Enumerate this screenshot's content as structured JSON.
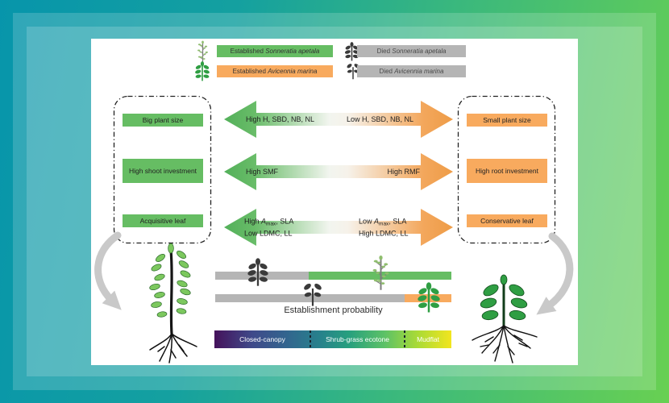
{
  "colors": {
    "established_sonneratia": "#66bd63",
    "established_avicennia": "#f8aa5e",
    "died": "#b5b5b5",
    "bar_gray": "#b5b5b5",
    "arrow_green": "#53b05a",
    "arrow_orange": "#ee9c47",
    "zone_closed_canopy": "#45125b",
    "zone_ecotone": "#27a07e",
    "zone_mudflat": "#f2e51f"
  },
  "legend": {
    "items": [
      {
        "prefix": "Established ",
        "species": "Sonneratia apetala",
        "icon": "established-sonneratia-icon",
        "box_color": "#66bd63"
      },
      {
        "prefix": "Died ",
        "species": "Sonneratia apetala",
        "icon": "died-sonneratia-icon",
        "box_color": "#b5b5b5"
      },
      {
        "prefix": "Established ",
        "species": "Avicennia marina",
        "icon": "established-avicennia-icon",
        "box_color": "#f8aa5e"
      },
      {
        "prefix": "Died ",
        "species": "Avicennia marina",
        "icon": "died-avicennia-icon",
        "box_color": "#b5b5b5"
      }
    ]
  },
  "traits": {
    "left": [
      "Big plant size",
      "High shoot investment",
      "Acquisitive leaf"
    ],
    "right": [
      "Small plant size",
      "High root investment",
      "Conservative leaf"
    ]
  },
  "arrows": [
    {
      "left": "High H, SBD, NB, NL",
      "right": "Low H, SBD, NB, NL"
    },
    {
      "left": "High SMF",
      "right": "High RMF"
    },
    {
      "left": {
        "pre": "High ",
        "var": "A",
        "sub": "max",
        "post": ", SLA",
        "line2": "Low LDMC, LL"
      },
      "right": {
        "pre": "Low ",
        "var": "A",
        "sub": "max",
        "post": ", SLA",
        "line2": "High LDMC, LL"
      }
    }
  ],
  "probability": {
    "label": "Establishment probability",
    "bars": [
      {
        "species": "Sonneratia apetala",
        "icons": [
          "died-sonneratia-icon",
          "established-sonneratia-icon"
        ],
        "established_from_pct": 39.6,
        "established_color": "#66bd63"
      },
      {
        "species": "Avicennia marina",
        "icons": [
          "died-avicennia-icon",
          "established-avicennia-icon"
        ],
        "established_from_pct": 80.2,
        "established_color": "#f8aa5e"
      }
    ]
  },
  "zones": {
    "labels": [
      "Closed-canopy",
      "Shrub-grass ecotone",
      "Mudflat"
    ],
    "divider_pcts": [
      40.5,
      80.3
    ]
  }
}
